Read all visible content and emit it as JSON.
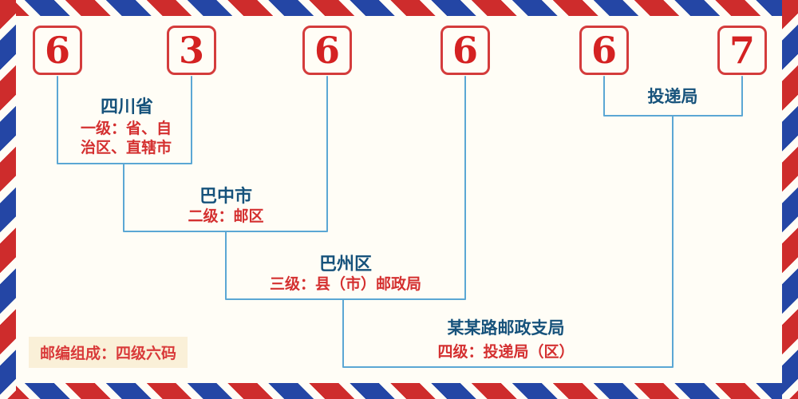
{
  "postal_code": {
    "digits": [
      "6",
      "3",
      "6",
      "6",
      "6",
      "7"
    ]
  },
  "levels": {
    "level1": {
      "name": "四川省",
      "desc_line1": "一级：省、自",
      "desc_line2": "治区、直辖市"
    },
    "level2": {
      "name": "巴中市",
      "desc": "二级：邮区"
    },
    "level3": {
      "name": "巴州区",
      "desc": "三级：县（市）邮政局"
    },
    "level4": {
      "name": "某某路邮政支局",
      "desc": "四级：投递局（区）"
    },
    "delivery_office": {
      "name": "投递局"
    }
  },
  "footer": {
    "composition_label": "邮编组成：四级六码"
  },
  "colors": {
    "digit_red": "#d42222",
    "box_border_red": "#d43c3c",
    "label_blue": "#16527b",
    "desc_red": "#d43030",
    "line_blue": "#5ba7d4",
    "stripe_red": "#ce2c2c",
    "stripe_blue": "#2446a5",
    "background": "#fffdf6",
    "footer_background": "#faf0d8"
  }
}
